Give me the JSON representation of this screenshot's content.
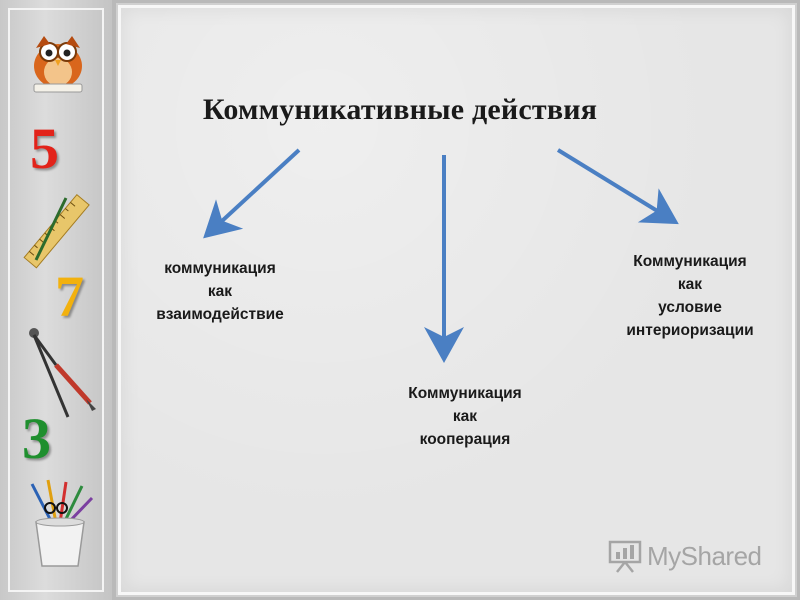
{
  "title": "Коммуникативные действия",
  "nodes": {
    "left": [
      "коммуникация",
      "как",
      "взаимодействие"
    ],
    "center": [
      "Коммуникация",
      "как",
      "кооперация"
    ],
    "right": [
      "Коммуникация",
      "как",
      "условие",
      "интериоризации"
    ]
  },
  "decorations": {
    "digits": [
      "5",
      "7",
      "3"
    ],
    "icons": [
      "owl-icon",
      "ruler-icon",
      "compass-icon",
      "pencil-cup-icon"
    ]
  },
  "watermark": {
    "brand": "MyShared",
    "icon": "presentation-board-icon"
  },
  "colors": {
    "arrow": "#4a7fc3",
    "text": "#1a1a1a",
    "digit_5": "#e2231a",
    "digit_7": "#f2b10e",
    "digit_3": "#1f8f2e"
  }
}
